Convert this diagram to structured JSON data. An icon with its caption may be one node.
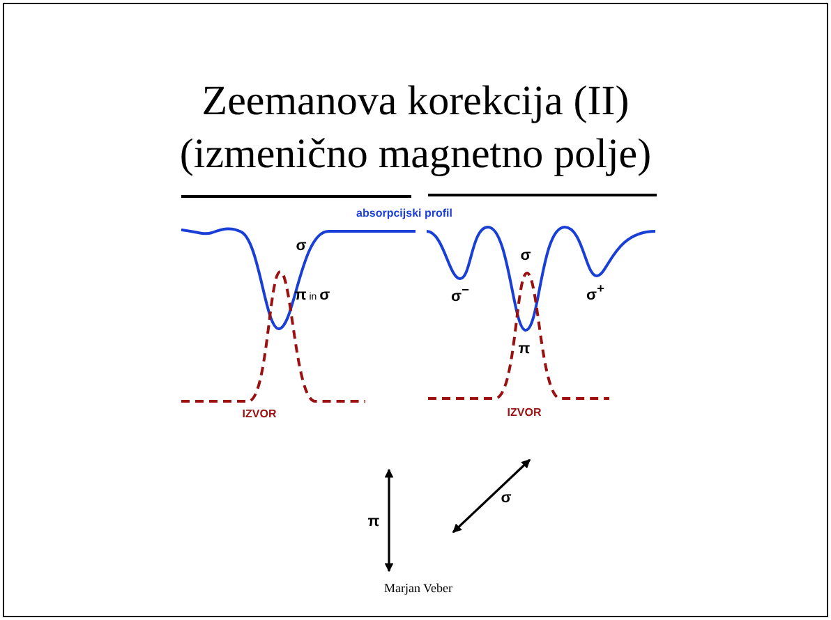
{
  "diagram": {
    "title": "Zeemanova korekcija (II) (izmenično magnetno polje)",
    "labels": [
      "absorpcijski profil",
      "σ",
      "σ",
      "**π** in **σ**",
      "σ$^{−}$",
      "σ$^{+}$",
      "π",
      "IZVOR",
      "IZVOR",
      "σ",
      "π"
    ],
    "caption": "Marjan Veber"
  }
}
